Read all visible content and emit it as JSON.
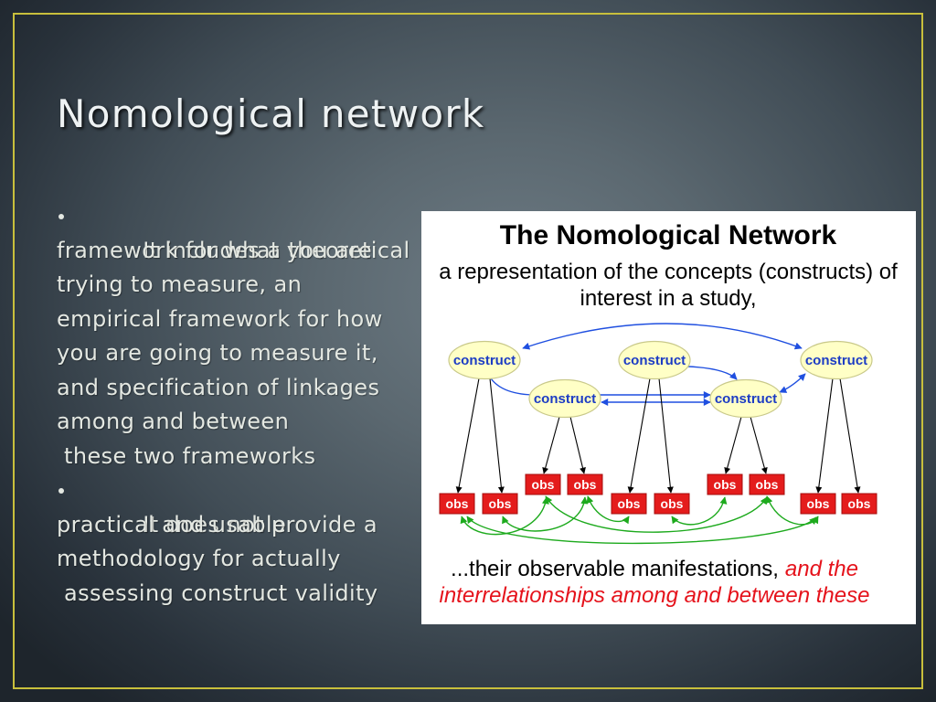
{
  "slide": {
    "title": "Nomological network",
    "bullets": [
      {
        "lines": [
          "It includes a theoretical",
          "framework for what you are",
          "trying to measure, an",
          "empirical framework for how",
          "you are going to measure it,",
          "and specification of linkages",
          "among and between",
          " these two frameworks"
        ]
      },
      {
        "lines": [
          "It does not provide a",
          "practical and usable",
          "methodology for actually",
          " assessing construct validity"
        ]
      }
    ]
  },
  "diagram": {
    "title": "The Nomological Network",
    "subtitle_lines": [
      "a representation of the concepts (constructs) of",
      "interest in a study,"
    ],
    "constructs": [
      "construct",
      "construct",
      "construct",
      "construct",
      "construct"
    ],
    "observations": [
      "obs",
      "obs",
      "obs",
      "obs",
      "obs",
      "obs",
      "obs",
      "obs",
      "obs",
      "obs"
    ],
    "caption": {
      "line1_plain": "...their observable manifestations,",
      "line1_emphasis": "and the",
      "line2_emphasis": "interrelationships among and between these"
    }
  },
  "colors": {
    "frame": "#c8bf3c",
    "title_text": "#eef2f3",
    "body_text": "#e4e8e2",
    "construct_fill": "#ffffc6",
    "construct_stroke": "#c9c98a",
    "construct_text": "#1c3cc4",
    "obs_fill": "#e41c1c",
    "obs_text": "#ffffff",
    "construct_link": "#1f4fe0",
    "obs_link": "#1daa1d",
    "caption_emphasis": "#e5121b"
  }
}
